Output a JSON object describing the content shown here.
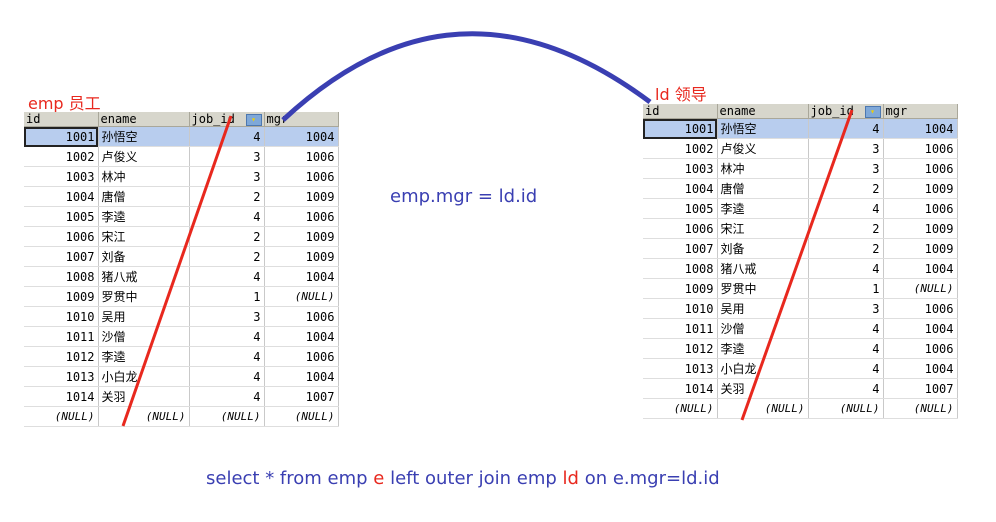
{
  "labels": {
    "left_table": "emp 员工",
    "right_table": "ld  领导",
    "relation": "emp.mgr = ld.id",
    "query": {
      "part1": "select * from emp ",
      "alias1": "e",
      "part2": " left outer join emp ",
      "alias2": "ld",
      "part3": " on e.mgr=ld.id"
    }
  },
  "columns": [
    "id",
    "ename",
    "job_id",
    "mgr"
  ],
  "rows": [
    [
      "1001",
      "孙悟空",
      "4",
      "1004"
    ],
    [
      "1002",
      "卢俊义",
      "3",
      "1006"
    ],
    [
      "1003",
      "林冲",
      "3",
      "1006"
    ],
    [
      "1004",
      "唐僧",
      "2",
      "1009"
    ],
    [
      "1005",
      "李逵",
      "4",
      "1006"
    ],
    [
      "1006",
      "宋江",
      "2",
      "1009"
    ],
    [
      "1007",
      "刘备",
      "2",
      "1009"
    ],
    [
      "1008",
      "猪八戒",
      "4",
      "1004"
    ],
    [
      "1009",
      "罗贯中",
      "1",
      "(NULL)"
    ],
    [
      "1010",
      "吴用",
      "3",
      "1006"
    ],
    [
      "1011",
      "沙僧",
      "4",
      "1004"
    ],
    [
      "1012",
      "李逵",
      "4",
      "1006"
    ],
    [
      "1013",
      "小白龙",
      "4",
      "1004"
    ],
    [
      "1014",
      "关羽",
      "4",
      "1007"
    ],
    [
      "(NULL)",
      "(NULL)",
      "(NULL)",
      "(NULL)"
    ]
  ],
  "colors": {
    "header_bg": "#d7d6cc",
    "selected_row": "#b8cdee",
    "red_annotation": "#e8281e",
    "blue_annotation": "#3a3fb2"
  }
}
